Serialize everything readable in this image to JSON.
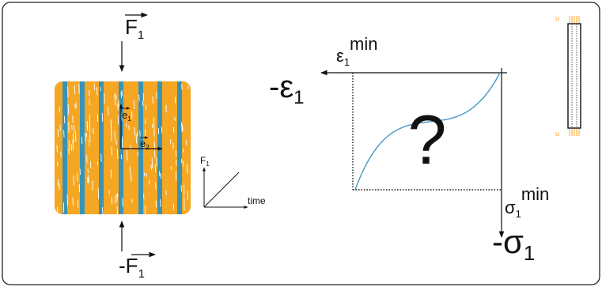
{
  "force": {
    "top": {
      "symbol": "F",
      "sub": "1",
      "sign": ""
    },
    "bottom": {
      "symbol": "F",
      "sub": "1",
      "sign": "-"
    }
  },
  "basis": {
    "e1": {
      "symbol": "e",
      "sub": "1"
    },
    "e2": {
      "symbol": "e",
      "sub": "2"
    }
  },
  "load_plot": {
    "ylabel": {
      "symbol": "F",
      "sub": "1"
    },
    "xlabel": "time"
  },
  "response_plot": {
    "x_axis_label": {
      "sign": "-",
      "symbol": "ε",
      "sub": "1"
    },
    "y_axis_label": {
      "sign": "-",
      "symbol": "σ",
      "sub": "1"
    },
    "x_min_label": {
      "symbol": "ε",
      "sub": "1",
      "sup": "min"
    },
    "y_min_label": {
      "symbol": "σ",
      "sub": "1",
      "sup": "min"
    },
    "unknown_mark": "?"
  },
  "side_view": {
    "top_u": "u",
    "bottom_u": "u"
  },
  "colors": {
    "matrix": "#F5A623",
    "fiber": "#3A93B4",
    "curve": "#4A97C4",
    "frame": "#222222",
    "ink": "#111111"
  }
}
